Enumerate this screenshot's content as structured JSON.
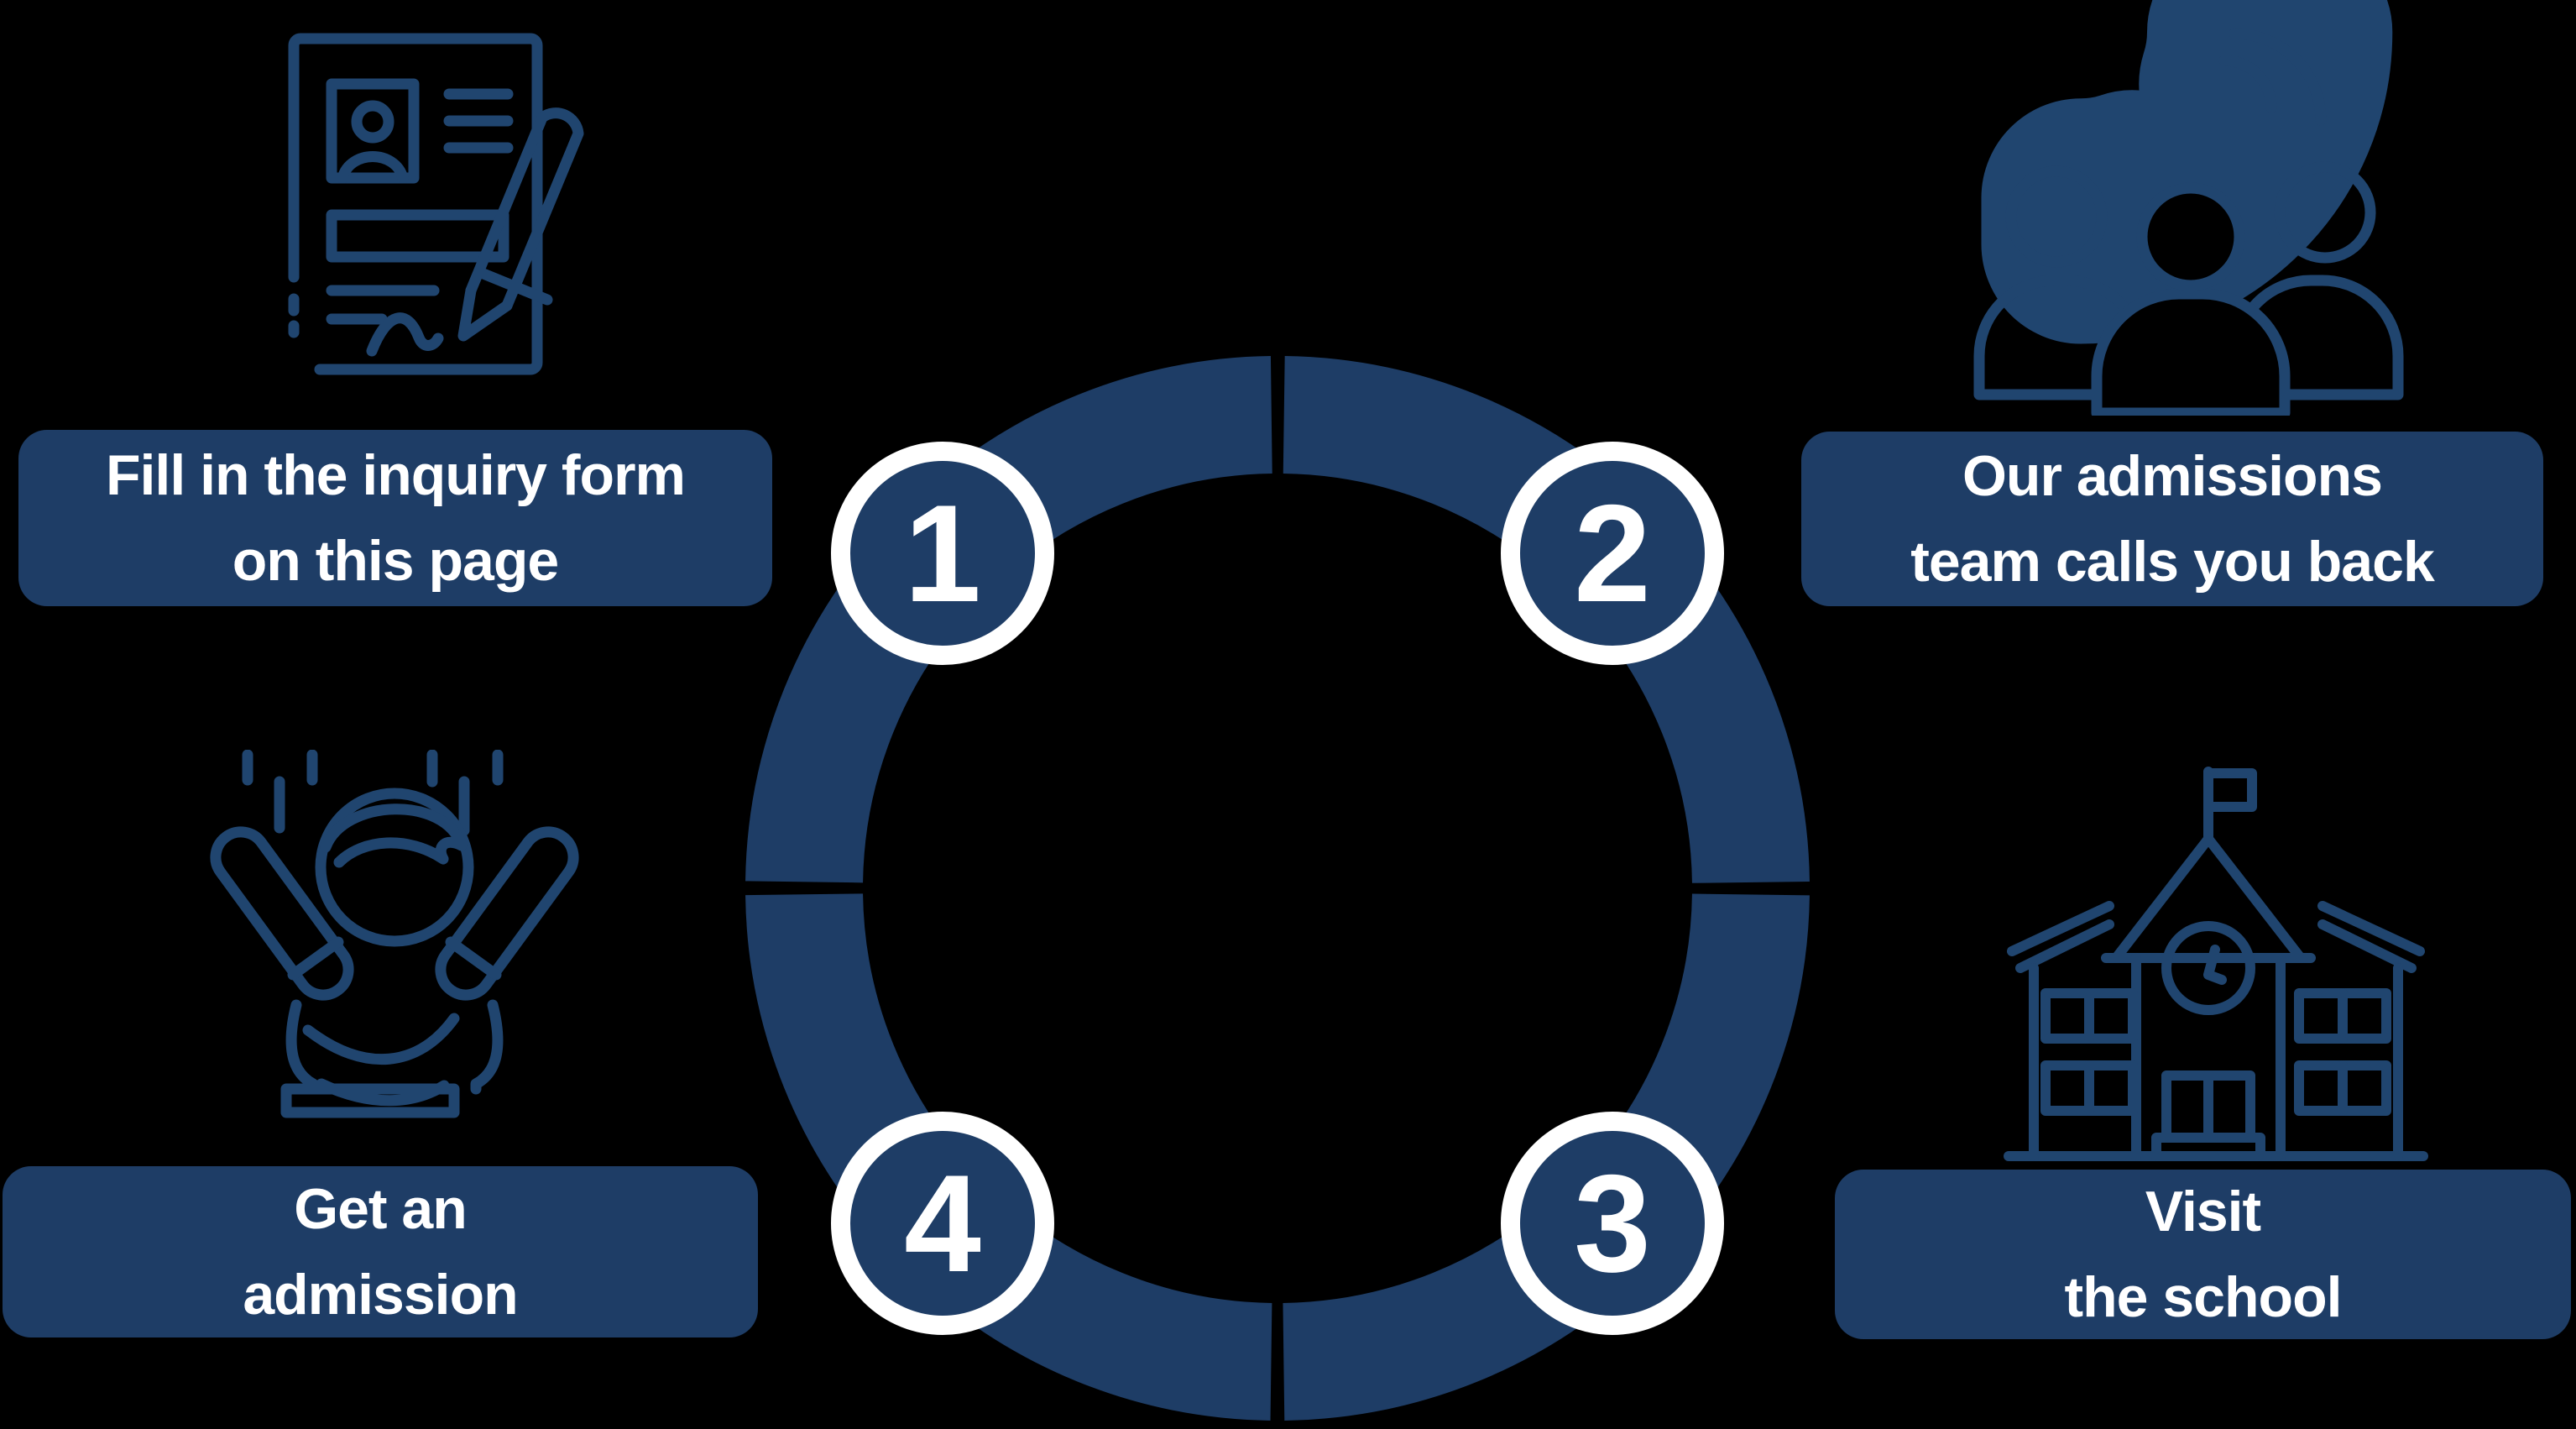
{
  "infographic": {
    "steps": [
      {
        "number": "1",
        "label_lines": [
          "Fill in the inquiry form",
          "on this page"
        ],
        "icon": "inquiry-form-icon",
        "position": "top-left"
      },
      {
        "number": "2",
        "label_lines": [
          "Our admissions",
          "team calls you back"
        ],
        "icon": "phone-team-icon",
        "position": "top-right"
      },
      {
        "number": "3",
        "label_lines": [
          "Visit",
          "the school"
        ],
        "icon": "school-building-icon",
        "position": "bottom-right"
      },
      {
        "number": "4",
        "label_lines": [
          "Get an",
          "admission"
        ],
        "icon": "celebration-icon",
        "position": "bottom-left"
      }
    ]
  },
  "colors": {
    "background": "#000000",
    "navy": "#1e3d66",
    "icon_stroke": "#20456f",
    "text": "#ffffff",
    "badge_ring": "#ffffff"
  }
}
